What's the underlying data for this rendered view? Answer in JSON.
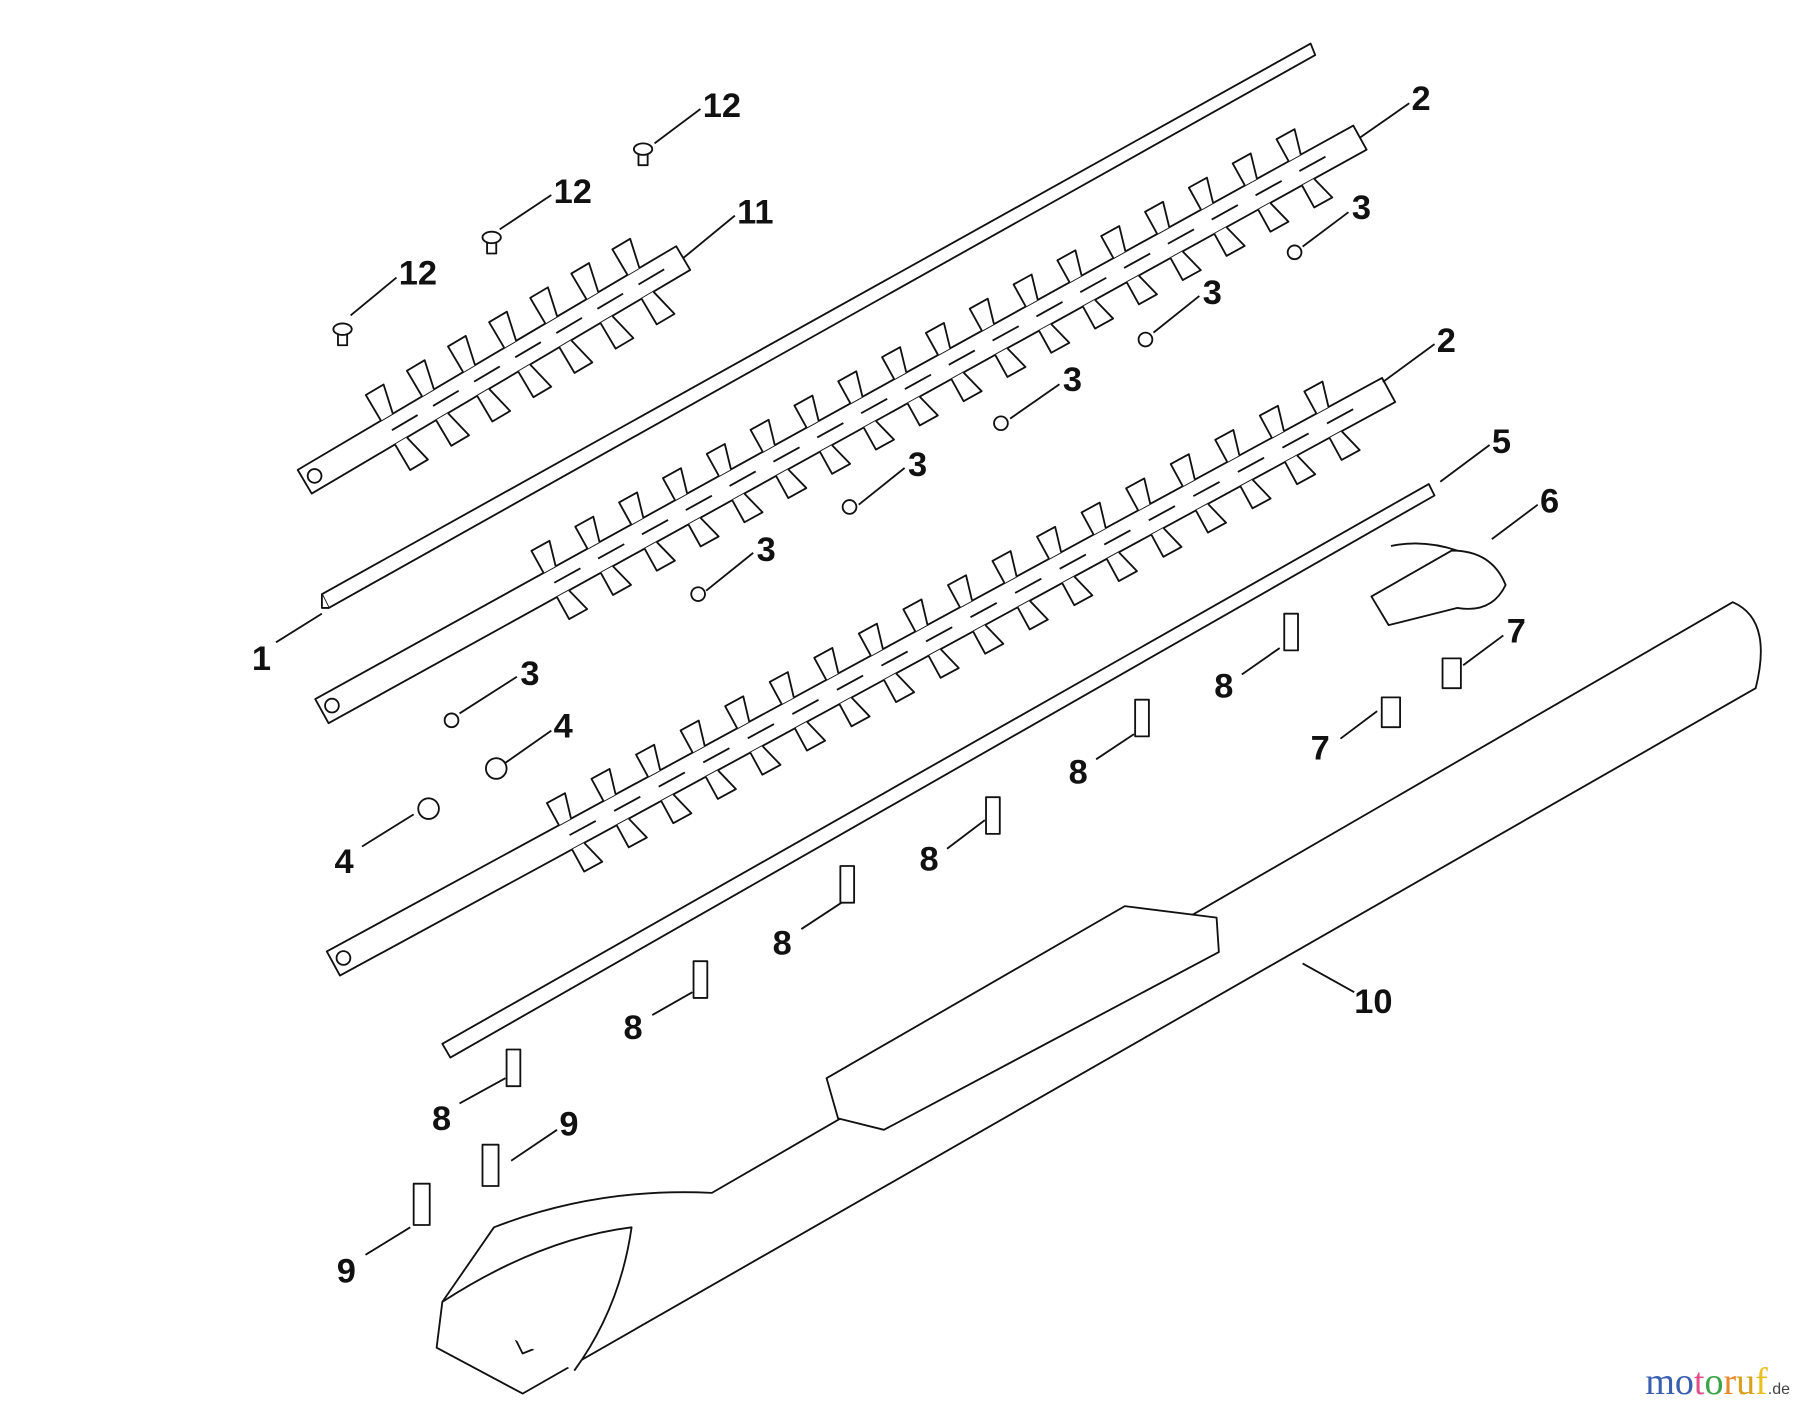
{
  "callouts": [
    "12",
    "12",
    "12",
    "11",
    "2",
    "3",
    "3",
    "2",
    "3",
    "5",
    "3",
    "6",
    "3",
    "1",
    "3",
    "7",
    "8",
    "4",
    "7",
    "8",
    "4",
    "8",
    "8",
    "10",
    "8",
    "8",
    "9",
    "9"
  ],
  "watermark": {
    "text": "motoruf",
    "suffix": ".de",
    "colors": [
      "#3b5fb0",
      "#3b5fb0",
      "#e0508a",
      "#3aa547",
      "#e8892a",
      "#d9a020",
      "#e8c020"
    ]
  }
}
